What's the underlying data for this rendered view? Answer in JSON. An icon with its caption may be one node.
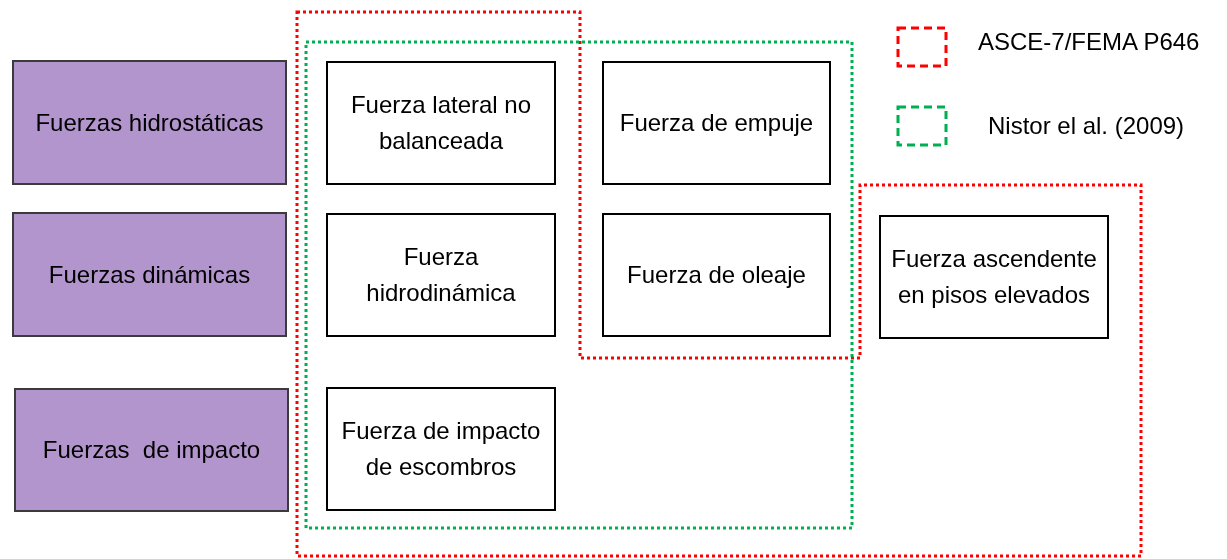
{
  "diagram": {
    "nodes": [
      {
        "text": [
          "Fuerzas hidrostáticas"
        ]
      },
      {
        "text": [
          "Fuerza lateral no balanceada"
        ]
      },
      {
        "text": [
          "Fuerza de empuje"
        ]
      },
      {
        "text": [
          "Fuerzas dinámicas"
        ]
      },
      {
        "text": [
          "Fuerza hidrodinámica"
        ]
      },
      {
        "text": [
          "Fuerza de oleaje"
        ]
      },
      {
        "text": [
          "Fuerza ascendente en pisos elevados"
        ]
      },
      {
        "text": [
          "Fuerzas  de impacto"
        ]
      },
      {
        "text": [
          "Fuerza de impacto de escombros"
        ]
      }
    ],
    "edges": [],
    "legend": [
      {
        "text": "ASCE-7/FEMA P646"
      },
      {
        "text": "Nistor el al. (2009)"
      }
    ]
  }
}
